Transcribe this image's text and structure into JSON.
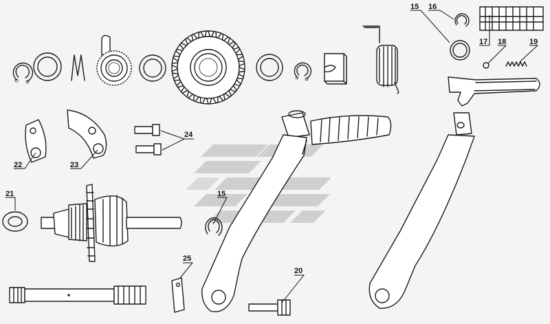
{
  "callouts": {
    "c15a": "15",
    "c16": "16",
    "c17": "17",
    "c18": "18",
    "c19": "19",
    "c22": "22",
    "c23": "23",
    "c24": "24",
    "c21": "21",
    "c15b": "15",
    "c25": "25",
    "c20": "20"
  },
  "colors": {
    "line": "#1a1a1a",
    "part_fill": "#ffffff",
    "watermark": "#c8ccc8",
    "background": "#f4f4f2"
  }
}
